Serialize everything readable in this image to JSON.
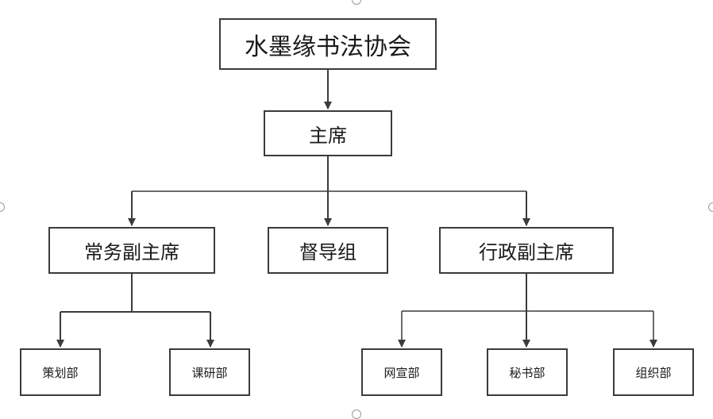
{
  "org_chart": {
    "root": "水墨缘书法协会",
    "chair": "主席",
    "level2": [
      "常务副主席",
      "督导组",
      "行政副主席"
    ],
    "exec_vice_departments": [
      "策划部",
      "课研部"
    ],
    "admin_vice_departments": [
      "网宣部",
      "秘书部",
      "组织部"
    ]
  },
  "colors": {
    "line": "#3b3b3b",
    "box_border": "#3b3b3b",
    "text": "#1a1a1a"
  }
}
